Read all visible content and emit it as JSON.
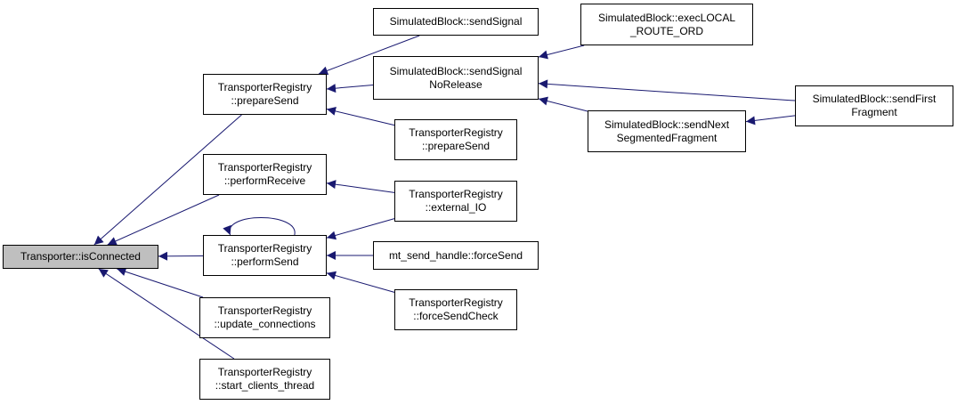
{
  "graph": {
    "nodes": {
      "root": {
        "label": "Transporter::isConnected"
      },
      "tr_prepare_send_1": {
        "label": "TransporterRegistry\n::prepareSend"
      },
      "tr_perform_receive": {
        "label": "TransporterRegistry\n::performReceive"
      },
      "tr_perform_send": {
        "label": "TransporterRegistry\n::performSend"
      },
      "tr_update_connections": {
        "label": "TransporterRegistry\n::update_connections"
      },
      "tr_start_clients_thread": {
        "label": "TransporterRegistry\n::start_clients_thread"
      },
      "sb_send_signal": {
        "label": "SimulatedBlock::sendSignal"
      },
      "sb_send_signal_norelease": {
        "label": "SimulatedBlock::sendSignal\nNoRelease"
      },
      "tr_prepare_send_2": {
        "label": "TransporterRegistry\n::prepareSend"
      },
      "tr_external_io": {
        "label": "TransporterRegistry\n::external_IO"
      },
      "mt_force_send": {
        "label": "mt_send_handle::forceSend"
      },
      "tr_force_send_check": {
        "label": "TransporterRegistry\n::forceSendCheck"
      },
      "sb_exec_local_route": {
        "label": "SimulatedBlock::execLOCAL\n_ROUTE_ORD"
      },
      "sb_send_next_segmented": {
        "label": "SimulatedBlock::sendNext\nSegmentedFragment"
      },
      "sb_send_first_fragment": {
        "label": "SimulatedBlock::sendFirst\nFragment"
      }
    },
    "edges": [
      [
        "tr_prepare_send_1",
        "root"
      ],
      [
        "tr_perform_receive",
        "root"
      ],
      [
        "tr_perform_send",
        "root"
      ],
      [
        "tr_update_connections",
        "root"
      ],
      [
        "tr_start_clients_thread",
        "root"
      ],
      [
        "sb_send_signal",
        "tr_prepare_send_1"
      ],
      [
        "sb_send_signal_norelease",
        "tr_prepare_send_1"
      ],
      [
        "tr_prepare_send_2",
        "tr_prepare_send_1"
      ],
      [
        "tr_external_io",
        "tr_perform_receive"
      ],
      [
        "tr_external_io",
        "tr_perform_send"
      ],
      [
        "mt_force_send",
        "tr_perform_send"
      ],
      [
        "tr_force_send_check",
        "tr_perform_send"
      ],
      [
        "tr_perform_send",
        "tr_perform_send"
      ],
      [
        "sb_exec_local_route",
        "sb_send_signal_norelease"
      ],
      [
        "sb_send_first_fragment",
        "sb_send_signal_norelease"
      ],
      [
        "sb_send_next_segmented",
        "sb_send_signal_norelease"
      ],
      [
        "sb_send_first_fragment",
        "sb_send_next_segmented"
      ]
    ],
    "colors": {
      "edge": "#191970",
      "root_fill": "#bfbfbf",
      "node_fill": "#ffffff",
      "border": "#000000"
    }
  }
}
